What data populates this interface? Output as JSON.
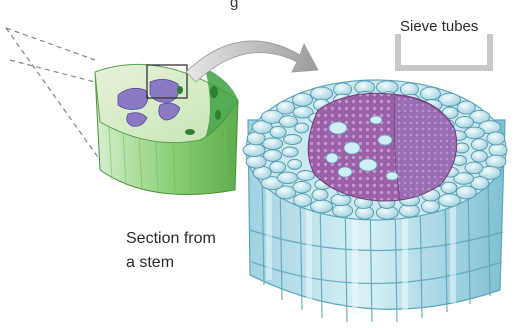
{
  "labels": {
    "top_caption_fragment": "g",
    "sieve_tubes": "Sieve tubes",
    "section_line1": "Section from",
    "section_line2": "a stem"
  },
  "colors": {
    "parenchyma_cells": "#bfe3ec",
    "parenchyma_outline": "#6fb3c6",
    "phloem_cells": "#a56fb0",
    "stem_green": "#7dc96a",
    "pointer_gray": "#bdbdbd",
    "arrow_gray": "#a9a9a9"
  }
}
